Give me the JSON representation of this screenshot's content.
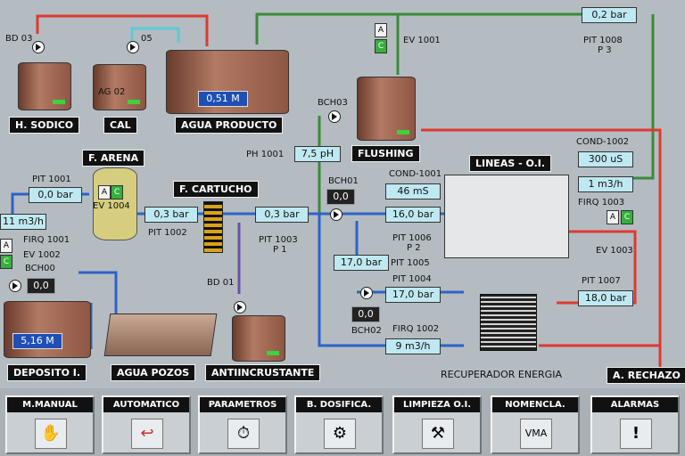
{
  "tanks": {
    "h_sodico": "H. SODICO",
    "cal": "CAL",
    "agua_producto": "AGUA PRODUCTO",
    "flushing": "FLUSHING",
    "f_arena": "F. ARENA",
    "f_cartucho": "F. CARTUCHO",
    "deposito": "DEPOSITO I.",
    "agua_pozos": "AGUA POZOS",
    "antiincrustante": "ANTIINCRUSTANTE",
    "lineas_oi": "LINEAS - O.I.",
    "recuperador": "RECUPERADOR ENERGIA",
    "rechazo": "A. RECHAZO"
  },
  "labels": {
    "bd03": "BD 03",
    "c05": "05",
    "ag02": "AG 02",
    "ev1001": "EV 1001",
    "bch03": "BCH03",
    "pit1008": "PIT 1008",
    "p3": "P 3",
    "ph1001": "PH 1001",
    "cond1002": "COND-1002",
    "cond1001": "COND-1001",
    "firq1003": "FIRQ 1003",
    "ev1003": "EV 1003",
    "pit1001": "PIT 1001",
    "ev1004": "EV 1004",
    "pit1002": "PIT 1002",
    "pit1003": "PIT 1003",
    "p1": "P 1",
    "bch01": "BCH01",
    "pit1006": "PIT 1006",
    "p2": "P 2",
    "firq1001": "FIRQ 1001",
    "ev1002": "EV 1002",
    "bch00": "BCH00",
    "pit1005": "PIT 1005",
    "pit1004": "PIT 1004",
    "bch02": "BCH02",
    "firq1002": "FIRQ 1002",
    "pit1007": "PIT 1007",
    "bd01": "BD 01"
  },
  "values": {
    "agua_producto_level": "0,51 M",
    "pit1008": "0,2 bar",
    "ph1001": "7,5 pH",
    "cond1002": "300  uS",
    "firq1003": "1  m3/h",
    "cond1001": "46   mS",
    "pit1001": "0,0 bar",
    "pit1002": "0,3 bar",
    "pit1003": "0,3 bar",
    "bch01": "0,0",
    "pit1006": "16,0 bar",
    "firq1001": "11 m3/h",
    "bch00": "0,0",
    "deposito_level": "5,16 M",
    "pit1005": "17,0 bar",
    "pit1004": "17,0 bar",
    "bch02": "0,0",
    "firq1002": "9  m3/h",
    "pit1007": "18,0 bar"
  },
  "valve_modes": {
    "a": "A",
    "c": "C"
  },
  "buttons": [
    {
      "label": "M.MANUAL",
      "icon": "hand-icon",
      "glyph": "✋"
    },
    {
      "label": "AUTOMATICO",
      "icon": "return-arrow-icon",
      "glyph": "↩"
    },
    {
      "label": "PARAMETROS",
      "icon": "stopwatch-icon",
      "glyph": "⏱"
    },
    {
      "label": "B. DOSIFICA.",
      "icon": "pump-icon",
      "glyph": "⚙"
    },
    {
      "label": "LIMPIEZA O.I.",
      "icon": "tools-icon",
      "glyph": "⚒"
    },
    {
      "label": "NOMENCLA.",
      "icon": "vma-icon",
      "glyph": "VMA"
    },
    {
      "label": "ALARMAS",
      "icon": "alarm-icon",
      "glyph": "!"
    }
  ],
  "colors": {
    "product_line": "#e0392f",
    "feed_line": "#2d62c9",
    "flush_line": "#3c8a3a",
    "dosing_line": "#6b4fa8",
    "display": "#bfe9f2"
  }
}
